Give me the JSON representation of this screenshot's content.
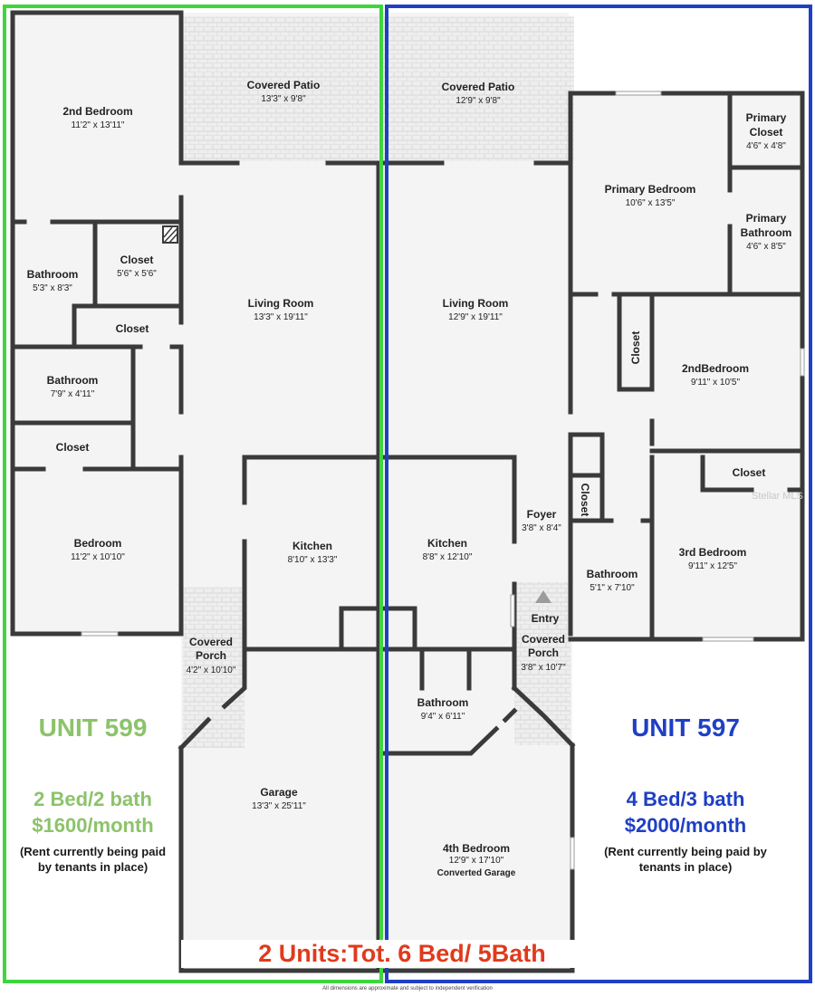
{
  "rooms": {
    "covered_patio_599": {
      "label": "Covered Patio",
      "dims": "13'3\" x 9'8\""
    },
    "covered_patio_597": {
      "label": "Covered Patio",
      "dims": "12'9\" x 9'8\""
    },
    "second_bedroom_599": {
      "label": "2nd Bedroom",
      "dims": "11'2\" x 13'11\""
    },
    "bathroom_599_a": {
      "label": "Bathroom",
      "dims": "5'3\" x 8'3\""
    },
    "closet_599_a": {
      "label": "Closet",
      "dims": "5'6\" x 5'6\""
    },
    "closet_599_b": {
      "label": "Closet"
    },
    "bathroom_599_b": {
      "label": "Bathroom",
      "dims": "7'9\" x 4'11\""
    },
    "closet_599_c": {
      "label": "Closet"
    },
    "bedroom_599": {
      "label": "Bedroom",
      "dims": "11'2\" x 10'10\""
    },
    "living_room_599": {
      "label": "Living Room",
      "dims": "13'3\" x 19'11\""
    },
    "kitchen_599": {
      "label": "Kitchen",
      "dims": "8'10\" x 13'3\""
    },
    "covered_porch_599": {
      "label": "Covered Porch",
      "dims": "4'2\" x 10'10\""
    },
    "garage_599": {
      "label": "Garage",
      "dims": "13'3\" x 25'11\""
    },
    "living_room_597": {
      "label": "Living Room",
      "dims": "12'9\" x 19'11\""
    },
    "primary_bedroom_597": {
      "label": "Primary Bedroom",
      "dims": "10'6\" x 13'5\""
    },
    "primary_closet_597": {
      "label_line1": "Primary",
      "label_line2": "Closet",
      "dims": "4'6\" x 4'8\""
    },
    "primary_bathroom_597": {
      "label_line1": "Primary",
      "label_line2": "Bathroom",
      "dims": "4'6\" x 8'5\""
    },
    "closet_597_vertical_a": {
      "label": "Closet"
    },
    "second_bedroom_597": {
      "label": "2ndBedroom",
      "dims": "9'11\" x 10'5\""
    },
    "closet_597_b": {
      "label": "Closet"
    },
    "closet_597_vertical_b": {
      "label": "Closet"
    },
    "foyer_597": {
      "label": "Foyer",
      "dims": "3'8\" x 8'4\""
    },
    "kitchen_597": {
      "label": "Kitchen",
      "dims": "8'8\" x 12'10\""
    },
    "third_bedroom_597": {
      "label": "3rd  Bedroom",
      "dims": "9'11\" x 12'5\""
    },
    "bathroom_597_a": {
      "label": "Bathroom",
      "dims": "5'1\" x 7'10\""
    },
    "entry_597": {
      "label": "Entry"
    },
    "covered_porch_597": {
      "label": "Covered Porch",
      "dims": "3'8\" x 10'7\""
    },
    "bathroom_597_b": {
      "label": "Bathroom",
      "dims": "9'4\" x 6'11\""
    },
    "fourth_bedroom_597": {
      "label": "4th  Bedroom",
      "dims": "12'9\" x 17'10\"",
      "note": "Converted Garage"
    }
  },
  "unit_599": {
    "title": "UNIT 599",
    "beds_baths": "2 Bed/2 bath",
    "rent": "$1600/month",
    "note": "(Rent currently being paid by tenants in place)",
    "color": "#8cc36a",
    "border_color": "#3dd63d"
  },
  "unit_597": {
    "title": "UNIT 597",
    "beds_baths": "4 Bed/3 bath",
    "rent": "$2000/month",
    "note": "(Rent currently being paid by tenants in place)",
    "color": "#1f3fc4",
    "border_color": "#1f3fc4"
  },
  "total_summary": "2 Units:Tot. 6 Bed/ 5Bath",
  "total_color": "#e03a1c",
  "watermark": "Stellar MLS",
  "disclaimer": "All dimensions are approximate and subject to independent verification",
  "wall_color": "#3a3a3a",
  "floor_color": "#f4f4f4"
}
